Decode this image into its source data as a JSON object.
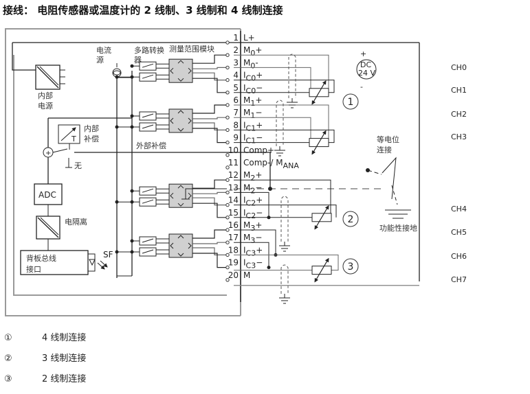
{
  "title": "接线： 电阻传感器或温度计的 2 线制、3 线制和 4 线制连接",
  "labels": {
    "internal_power": [
      "内部",
      "电源"
    ],
    "current_source": [
      "电流",
      "源"
    ],
    "multiplexer": [
      "多路转换",
      "器"
    ],
    "range_module": "测量范围模块",
    "internal_comp": [
      "内部",
      "补偿"
    ],
    "external_comp": "外部补偿",
    "none": "无",
    "adc": "ADC",
    "isolation": "电隔离",
    "backplane": [
      "背板总线",
      "接口"
    ],
    "sf": "SF",
    "equipotential": [
      "等电位",
      "连接"
    ],
    "functional_ground": "功能性接地",
    "dc_supply": [
      "DC",
      "24 V"
    ],
    "plus": "+",
    "minus": "-",
    "t": "T"
  },
  "pins": [
    {
      "num": "1",
      "name": "L+"
    },
    {
      "num": "2",
      "name": "M0+"
    },
    {
      "num": "3",
      "name": "M0-"
    },
    {
      "num": "4",
      "name": "IC0+"
    },
    {
      "num": "5",
      "name": "IC0−"
    },
    {
      "num": "6",
      "name": "M1+"
    },
    {
      "num": "7",
      "name": "M1−"
    },
    {
      "num": "8",
      "name": "IC1+"
    },
    {
      "num": "9",
      "name": "IC1−"
    },
    {
      "num": "10",
      "name": "Comp+"
    },
    {
      "num": "11",
      "name": "Comp-/ MANA"
    },
    {
      "num": "12",
      "name": "M2+"
    },
    {
      "num": "13",
      "name": "M2−"
    },
    {
      "num": "14",
      "name": "IC2+"
    },
    {
      "num": "15",
      "name": "IC2−"
    },
    {
      "num": "16",
      "name": "M3+"
    },
    {
      "num": "17",
      "name": "M3−"
    },
    {
      "num": "18",
      "name": "IC3+"
    },
    {
      "num": "19",
      "name": "IC3−"
    },
    {
      "num": "20",
      "name": "M"
    }
  ],
  "channels": [
    "CH0",
    "CH1",
    "CH2",
    "CH3",
    "CH4",
    "CH5",
    "CH6",
    "CH7"
  ],
  "markers": [
    "1",
    "2",
    "3"
  ],
  "legend": [
    {
      "marker": "①",
      "text": "4 线制连接"
    },
    {
      "marker": "②",
      "text": "3 线制连接"
    },
    {
      "marker": "③",
      "text": "2 线制连接"
    }
  ]
}
